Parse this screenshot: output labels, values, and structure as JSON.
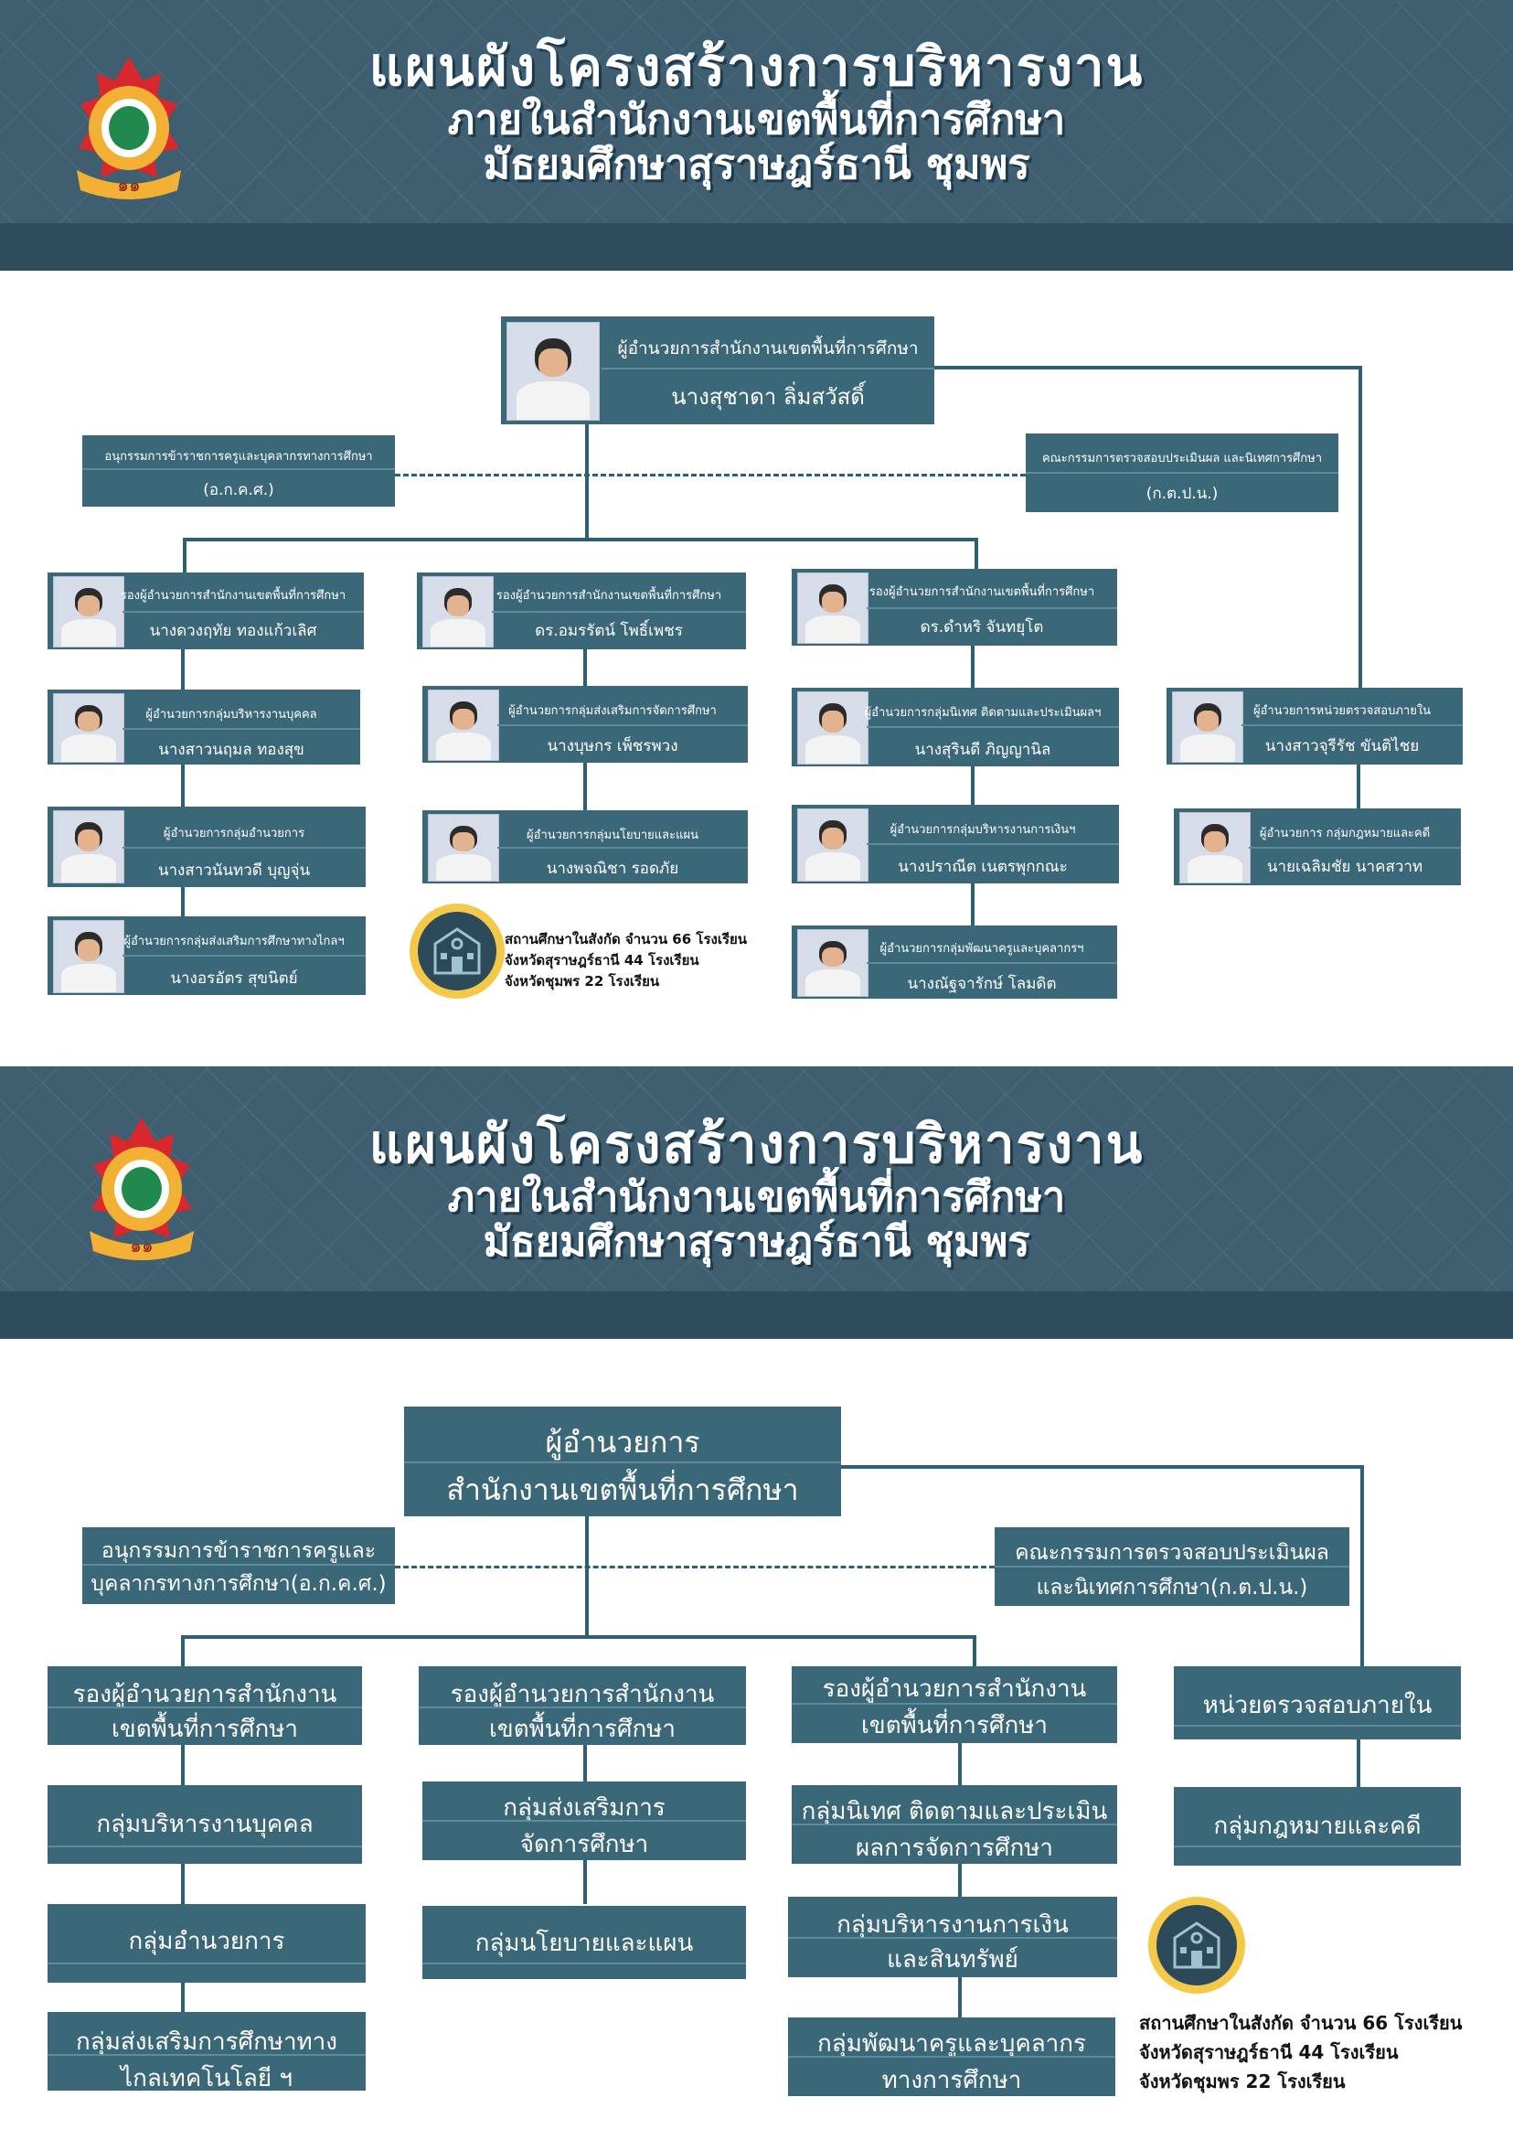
{
  "section1": {
    "title": [
      "แผนผังโครงสร้างการบริหารงาน",
      "ภายในสำนักงานเขตพื้นที่การศึกษา",
      "มัธยมศึกษาสุราษฎร์ธานี ชุมพร"
    ],
    "director": {
      "role": "ผู้อำนวยการสำนักงานเขตพื้นที่การศึกษา",
      "name": "นางสุชาดา  ลิ่มสวัสดิ์"
    },
    "committee_left": {
      "role": "อนุกรรมการข้าราชการครูและบุคลากรทางการศึกษา",
      "abbr": "(อ.ก.ค.ศ.)"
    },
    "committee_right": {
      "role": "คณะกรรมการตรวจสอบประเมินผล และนิเทศการศึกษา",
      "abbr": "(ก.ต.ป.น.)"
    },
    "deputies": [
      {
        "role": "รองผู้อำนวยการสำนักงานเขตพื้นที่การศึกษา",
        "name": "นางดวงฤทัย  ทองแก้วเลิศ"
      },
      {
        "role": "รองผู้อำนวยการสำนักงานเขตพื้นที่การศึกษา",
        "name": "ดร.อมรรัตน์  โพธิ์เพชร"
      },
      {
        "role": "รองผู้อำนวยการสำนักงานเขตพื้นที่การศึกษา",
        "name": "ดร.ดำหริ  จันทยุโต"
      }
    ],
    "col1": [
      {
        "role": "ผู้อำนวยการกลุ่มบริหารงานบุคคล",
        "name": "นางสาวนฤมล  ทองสุข"
      },
      {
        "role": "ผู้อำนวยการกลุ่มอำนวยการ",
        "name": "นางสาวนันทวดี  บุญจุ่น"
      },
      {
        "role": "ผู้อำนวยการกลุ่มส่งเสริมการศึกษาทางไกลฯ",
        "name": "นางอรอัตร  สุขนิตย์"
      }
    ],
    "col2": [
      {
        "role": "ผู้อำนวยการกลุ่มส่งเสริมการจัดการศึกษา",
        "name": "นางบุษกร  เพ็ชรพวง"
      },
      {
        "role": "ผู้อำนวยการกลุ่มนโยบายและแผน",
        "name": "นางพจณิชา  รอดภัย"
      }
    ],
    "col3": [
      {
        "role": "ผู้อำนวยการกลุ่มนิเทศ ติดตามและประเมินผลฯ",
        "name": "นางสุรินดี ภิญญานิล"
      },
      {
        "role": "ผู้อำนวยการกลุ่มบริหารงานการเงินฯ",
        "name": "นางปราณีต  เนตรพุกกณะ"
      },
      {
        "role": "ผู้อำนวยการกลุ่มพัฒนาครูและบุคลากรฯ",
        "name": "นางณัฐจารักษ์  โลมดิต"
      }
    ],
    "col4": [
      {
        "role": "ผู้อำนวยการหน่วยตรวจสอบภายใน",
        "name": "นางสาวจุรีรัช  ขันติไชย"
      },
      {
        "role": "ผู้อำนวยการ กลุ่มกฎหมายและคดี",
        "name": "นายเฉลิมชัย นาคสวาท"
      }
    ],
    "schools": [
      "สถานศึกษาในสังกัด จำนวน 66 โรงเรียน",
      "จังหวัดสุราษฎร์ธานี 44 โรงเรียน",
      "จังหวัดชุมพร  22 โรงเรียน"
    ]
  },
  "section2": {
    "title": [
      "แผนผังโครงสร้างการบริหารงาน",
      "ภายในสำนักงานเขตพื้นที่การศึกษา",
      "มัธยมศึกษาสุราษฎร์ธานี ชุมพร"
    ],
    "director": [
      "ผู้อำนวยการ",
      "สำนักงานเขตพื้นที่การศึกษา"
    ],
    "committee_left": [
      "อนุกรรมการข้าราชการครูและ",
      "บุคลากรทางการศึกษา(อ.ก.ค.ศ.)"
    ],
    "committee_right": [
      "คณะกรรมการตรวจสอบประเมินผล",
      "และนิเทศการศึกษา(ก.ต.ป.น.)"
    ],
    "deputy": [
      "รองผู้อำนวยการสำนักงาน",
      "เขตพื้นที่การศึกษา"
    ],
    "internal_audit": "หน่วยตรวจสอบภายใน",
    "col1": [
      "กลุ่มบริหารงานบุคคล",
      "กลุ่มอำนวยการ",
      "กลุ่มส่งเสริมการศึกษาทาง",
      "ไกลเทคโนโลยี ฯ"
    ],
    "col2": [
      "กลุ่มส่งเสริมการ",
      "จัดการศึกษา",
      "กลุ่มนโยบายและแผน"
    ],
    "col3": [
      "กลุ่มนิเทศ ติดตามและประเมิน",
      "ผลการจัดการศึกษา",
      "กลุ่มบริหารงานการเงิน",
      "และสินทรัพย์",
      "กลุ่มพัฒนาครูและบุคลากร",
      "ทางการศึกษา"
    ],
    "col4": [
      "กลุ่มกฎหมายและคดี"
    ],
    "schools": [
      "สถานศึกษาในสังกัด จำนวน 66 โรงเรียน",
      "จังหวัดสุราษฎร์ธานี 44 โรงเรียน",
      "จังหวัดชุมพร  22 โรงเรียน"
    ],
    "logo_text": "๑๑"
  },
  "colors": {
    "banner": "#3f5f71",
    "box": "#3b6878",
    "line": "#2f5f73",
    "accent": "#f4c94a"
  }
}
